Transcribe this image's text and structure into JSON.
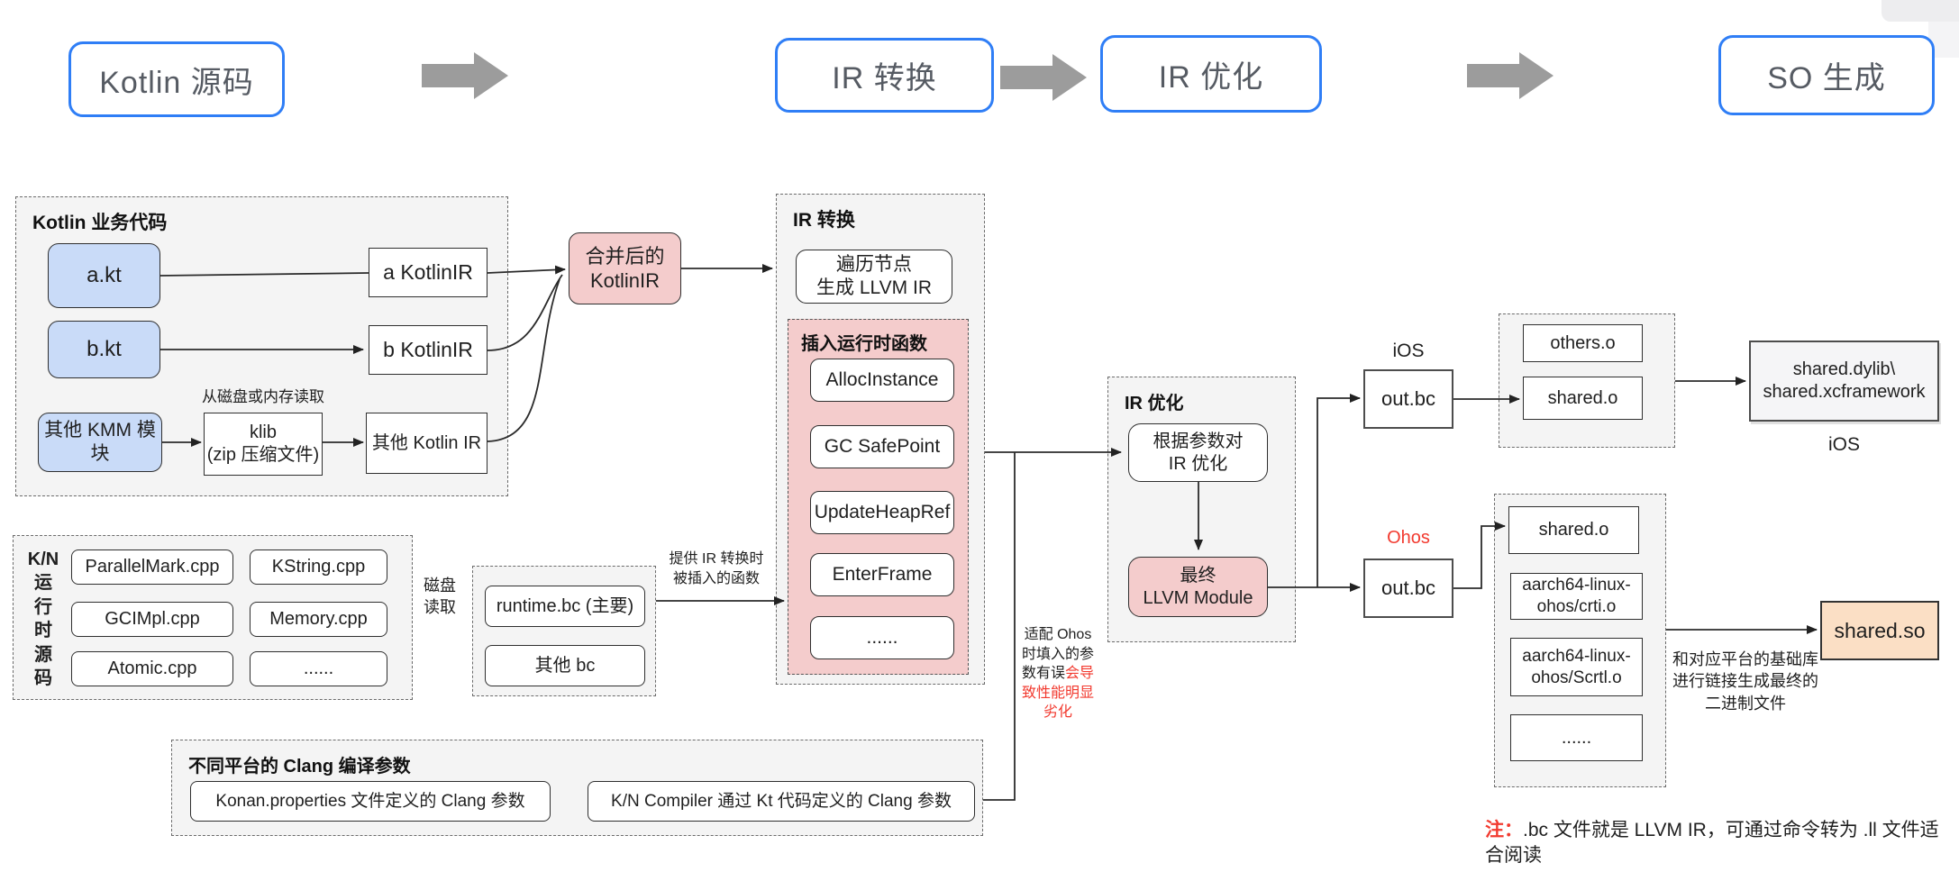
{
  "colors": {
    "accent-blue": "#2f7ef6",
    "box-blue-fill": "#c9dbf8",
    "box-pink-fill": "#f4cccc",
    "box-orange-fill": "#fbdfc5",
    "panel-gray": "#f4f4f4",
    "flow-arrow-gray": "#9c9c9c",
    "warn-red": "#f23a2f"
  },
  "stages": {
    "kotlin_src": "Kotlin 源码",
    "ir_convert": "IR 转换",
    "ir_opt": "IR 优化",
    "so_gen": "SO 生成"
  },
  "kotlin_biz": {
    "title": "Kotlin 业务代码",
    "a_kt": "a.kt",
    "b_kt": "b.kt",
    "kmm_module": "其他 KMM 模块",
    "a_ir": "a KotlinIR",
    "b_ir": "b KotlinIR",
    "other_ir": "其他 Kotlin IR",
    "read_note": "从磁盘或内存读取",
    "klib": "klib\n(zip 压缩文件)"
  },
  "merged_ir": "合并后的\nKotlinIR",
  "ir_convert_panel": {
    "title": "IR 转换",
    "traverse": "遍历节点\n生成 LLVM IR",
    "insert_title": "插入运行时函数",
    "functions": [
      "AllocInstance",
      "GC SafePoint",
      "UpdateHeapRef",
      "EnterFrame",
      "......"
    ]
  },
  "kn_runtime": {
    "label": "K/N\n运\n行\n时\n源\n码",
    "files": [
      "ParallelMark.cpp",
      "KString.cpp",
      "GCIMpl.cpp",
      "Memory.cpp",
      "Atomic.cpp",
      "......"
    ],
    "disk_read": "磁盘\n读取"
  },
  "runtime_bc": {
    "main": "runtime.bc (主要)",
    "other": "其他 bc",
    "provide_note": "提供 IR 转换时\n被插入的函数"
  },
  "clang_panel": {
    "title": "不同平台的 Clang 编译参数",
    "konan": "Konan.properties 文件定义的 Clang 参数",
    "kn_compiler": "K/N Compiler 通过 Kt 代码定义的 Clang 参数"
  },
  "ohos_warning": {
    "normal": "适配 Ohos 时填入的参数有误",
    "red": "会导致性能明显劣化"
  },
  "ir_opt_panel": {
    "title": "IR 优化",
    "optimize": "根据参数对\nIR 优化",
    "final_module": "最终\nLLVM Module"
  },
  "ios_branch": {
    "platform": "iOS",
    "out_bc": "out.bc",
    "others_o": "others.o",
    "shared_o": "shared.o",
    "dylib": "shared.dylib\\\nshared.xcframework",
    "platform_caption": "iOS"
  },
  "ohos_branch": {
    "platform": "Ohos",
    "out_bc": "out.bc",
    "shared_o": "shared.o",
    "crti": "aarch64-linux-\nohos/crti.o",
    "scrtl": "aarch64-linux-\nohos/Scrtl.o",
    "more": "......",
    "link_note": "和对应平台的基础库进行链接生成最终的二进制文件",
    "shared_so": "shared.so"
  },
  "footnote": {
    "prefix": "注：",
    "text": ".bc 文件就是 LLVM IR，可通过命令转为 .ll 文件适合阅读"
  }
}
